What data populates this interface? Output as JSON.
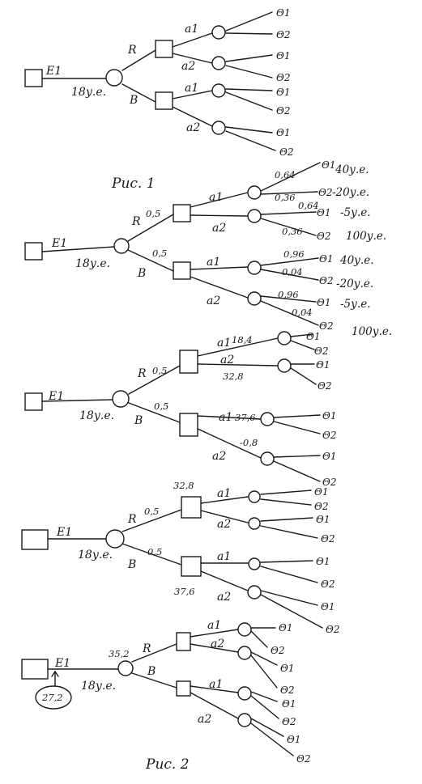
{
  "figure": {
    "caption_1": "Рис. 1",
    "caption_2": "Рис. 2"
  },
  "labels": {
    "root_branch": "E1",
    "cost": "18у.е.",
    "chance_r": "R",
    "chance_b": "B",
    "decision_a1": "a1",
    "decision_a2": "a2",
    "state_1": "Θ1",
    "state_2": "Θ2"
  },
  "tree2": {
    "p_r": "0,5",
    "p_b": "0,5",
    "probs": [
      "0,64",
      "0,36",
      "0,64",
      "0,36",
      "0,96",
      "0,04",
      "0,96",
      "0,04"
    ],
    "payoffs": [
      "40у.е.",
      "-20у.е.",
      "-5у.е.",
      "100у.е.",
      "40у.е.",
      "-20у.е.",
      "-5у.е.",
      "100у.е."
    ]
  },
  "tree3": {
    "p_r": "0,5",
    "p_b": "0,5",
    "ev_r_a1": "18,4",
    "ev_r_a2": "32,8",
    "ev_b_a1": "37,6",
    "ev_b_a2": "-0,8"
  },
  "tree4": {
    "p_r": "0,5",
    "p_b": "0,5",
    "val_r": "32,8",
    "val_b": "37,6"
  },
  "tree5": {
    "ev_e1": "35,2",
    "result": "27,2"
  }
}
